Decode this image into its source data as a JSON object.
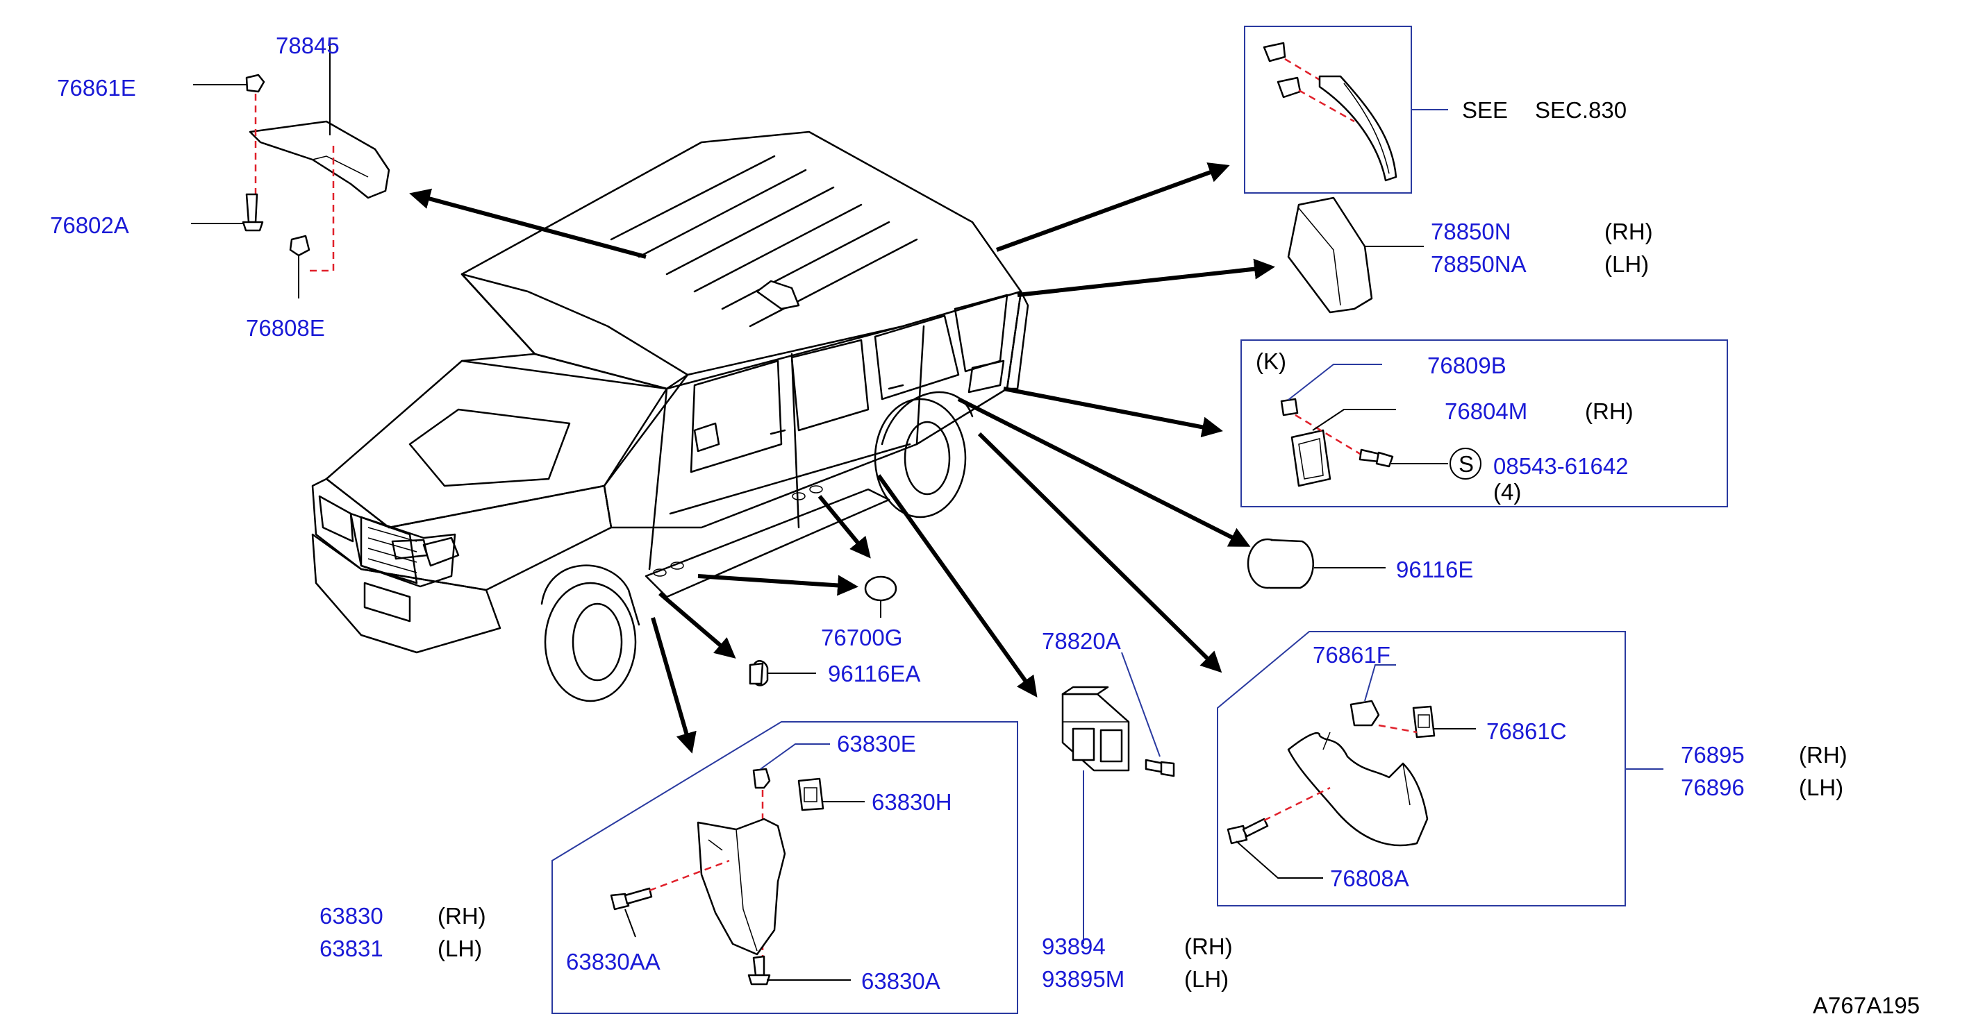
{
  "labels": {
    "p78845": "78845",
    "p76861E": "76861E",
    "p76802A": "76802A",
    "p76808E": "76808E",
    "see": "SEE",
    "sec": "SEC.830",
    "p78850N": "78850N",
    "p78850NA": "78850NA",
    "rh1": "(RH)",
    "lh1": "(LH)",
    "k": "(K)",
    "p76809B": "76809B",
    "p76804M": "76804M",
    "rh2": "(RH)",
    "s": "S",
    "p08543": "08543-61642",
    "qty4": "(4)",
    "p96116E": "96116E",
    "p76700G": "76700G",
    "p96116EA": "96116EA",
    "p78820A": "78820A",
    "p76861F": "76861F",
    "p76861C": "76861C",
    "p76895": "76895",
    "rh3": "(RH)",
    "p76896": "76896",
    "lh3": "(LH)",
    "p76808A": "76808A",
    "p63830E": "63830E",
    "p63830H": "63830H",
    "p63830": "63830",
    "rh4": "(RH)",
    "p63831": "63831",
    "lh4": "(LH)",
    "p63830AA": "63830AA",
    "p63830A": "63830A",
    "p93894": "93894",
    "rh5": "(RH)",
    "p93895M": "93895M",
    "lh5": "(LH)",
    "code": "A767A195"
  },
  "colors": {
    "part_number": "#1a1ad6",
    "text": "#000000",
    "box_border": "#2a3aa0",
    "dashed_leader": "#e0202a"
  }
}
